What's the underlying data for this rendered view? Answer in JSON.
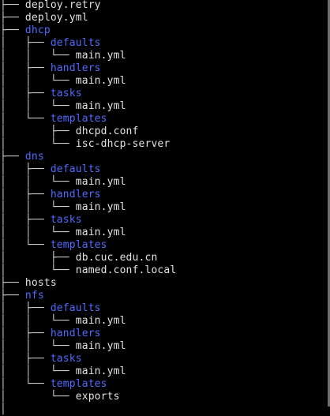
{
  "colors": {
    "background": "#000000",
    "file_text": "#e2e2e2",
    "directory_text": "#4f6bff",
    "tree_lines": "#cfcfcf"
  },
  "tree": {
    "rows": [
      {
        "prefix": "├── ",
        "name": "deploy.retry",
        "kind": "file"
      },
      {
        "prefix": "├── ",
        "name": "deploy.yml",
        "kind": "file"
      },
      {
        "prefix": "├── ",
        "name": "dhcp",
        "kind": "dir"
      },
      {
        "prefix": "│   ├── ",
        "name": "defaults",
        "kind": "dir"
      },
      {
        "prefix": "│   │   └── ",
        "name": "main.yml",
        "kind": "file"
      },
      {
        "prefix": "│   ├── ",
        "name": "handlers",
        "kind": "dir"
      },
      {
        "prefix": "│   │   └── ",
        "name": "main.yml",
        "kind": "file"
      },
      {
        "prefix": "│   ├── ",
        "name": "tasks",
        "kind": "dir"
      },
      {
        "prefix": "│   │   └── ",
        "name": "main.yml",
        "kind": "file"
      },
      {
        "prefix": "│   └── ",
        "name": "templates",
        "kind": "dir"
      },
      {
        "prefix": "│       ├── ",
        "name": "dhcpd.conf",
        "kind": "file"
      },
      {
        "prefix": "│       └── ",
        "name": "isc-dhcp-server",
        "kind": "file"
      },
      {
        "prefix": "├── ",
        "name": "dns",
        "kind": "dir"
      },
      {
        "prefix": "│   ├── ",
        "name": "defaults",
        "kind": "dir"
      },
      {
        "prefix": "│   │   └── ",
        "name": "main.yml",
        "kind": "file"
      },
      {
        "prefix": "│   ├── ",
        "name": "handlers",
        "kind": "dir"
      },
      {
        "prefix": "│   │   └── ",
        "name": "main.yml",
        "kind": "file"
      },
      {
        "prefix": "│   ├── ",
        "name": "tasks",
        "kind": "dir"
      },
      {
        "prefix": "│   │   └── ",
        "name": "main.yml",
        "kind": "file"
      },
      {
        "prefix": "│   └── ",
        "name": "templates",
        "kind": "dir"
      },
      {
        "prefix": "│       ├── ",
        "name": "db.cuc.edu.cn",
        "kind": "file"
      },
      {
        "prefix": "│       └── ",
        "name": "named.conf.local",
        "kind": "file"
      },
      {
        "prefix": "├── ",
        "name": "hosts",
        "kind": "file"
      },
      {
        "prefix": "├── ",
        "name": "nfs",
        "kind": "dir"
      },
      {
        "prefix": "│   ├── ",
        "name": "defaults",
        "kind": "dir"
      },
      {
        "prefix": "│   │   └── ",
        "name": "main.yml",
        "kind": "file"
      },
      {
        "prefix": "│   ├── ",
        "name": "handlers",
        "kind": "dir"
      },
      {
        "prefix": "│   │   └── ",
        "name": "main.yml",
        "kind": "file"
      },
      {
        "prefix": "│   ├── ",
        "name": "tasks",
        "kind": "dir"
      },
      {
        "prefix": "│   │   └── ",
        "name": "main.yml",
        "kind": "file"
      },
      {
        "prefix": "│   └── ",
        "name": "templates",
        "kind": "dir"
      },
      {
        "prefix": "│       └── ",
        "name": "exports",
        "kind": "file"
      },
      {
        "prefix": "│",
        "name": "",
        "kind": "file"
      }
    ]
  }
}
